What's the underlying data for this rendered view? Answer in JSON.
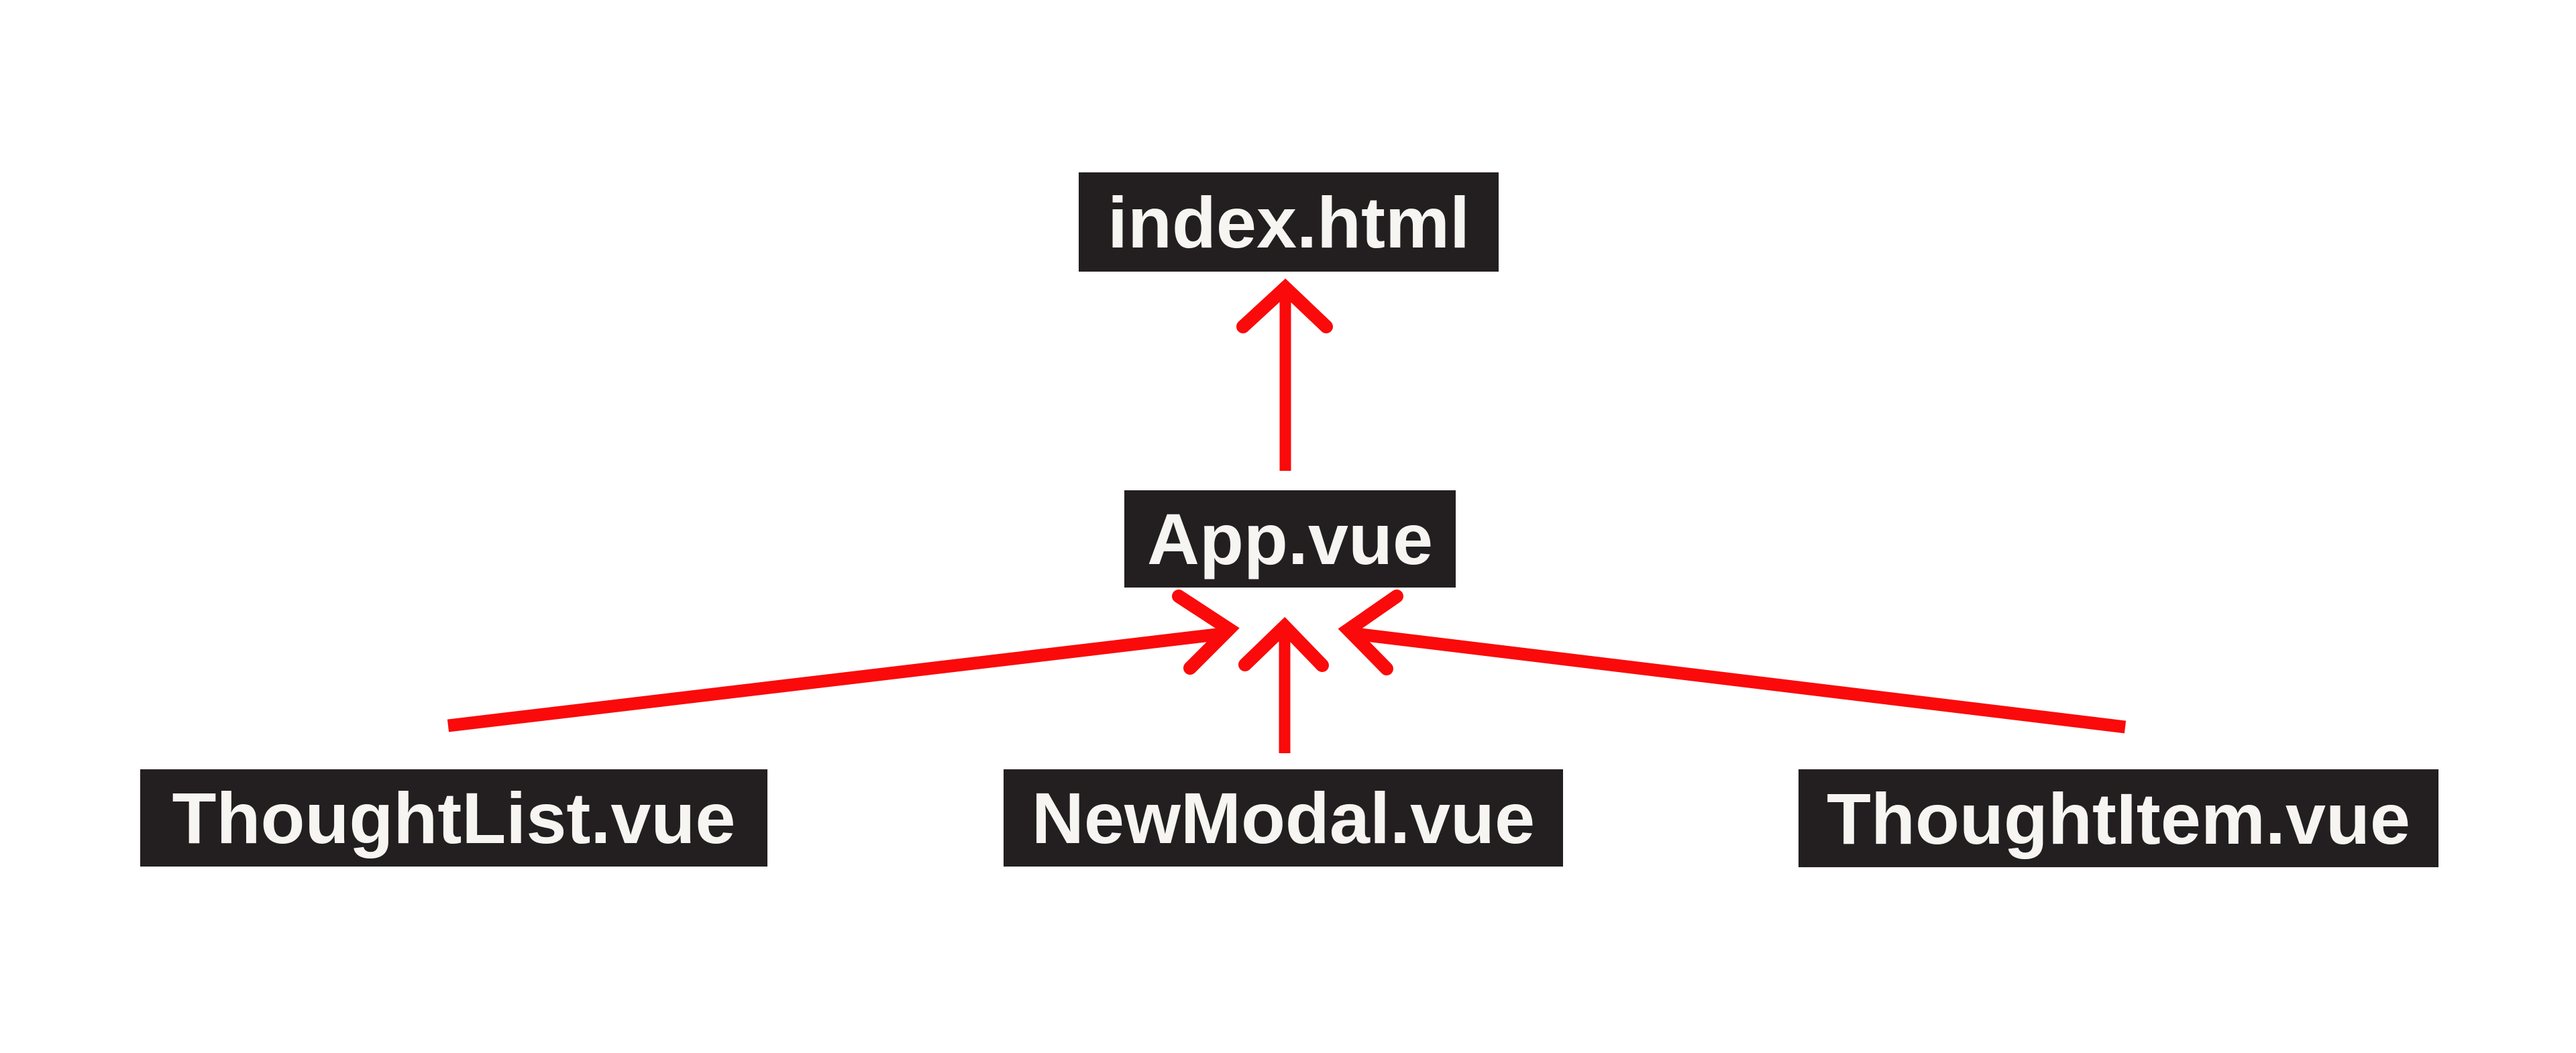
{
  "colors": {
    "background": "#ffffff",
    "node_background": "#231f20",
    "node_text": "#f7f5f2",
    "arrow": "#fa0a0a"
  },
  "diagram": {
    "nodes": {
      "index_html": {
        "label": "index.html"
      },
      "app_vue": {
        "label": "App.vue"
      },
      "thought_list": {
        "label": "ThoughtList.vue"
      },
      "new_modal": {
        "label": "NewModal.vue"
      },
      "thought_item": {
        "label": "ThoughtItem.vue"
      }
    },
    "edges": [
      {
        "from": "App.vue",
        "to": "index.html"
      },
      {
        "from": "ThoughtList.vue",
        "to": "App.vue"
      },
      {
        "from": "NewModal.vue",
        "to": "App.vue"
      },
      {
        "from": "ThoughtItem.vue",
        "to": "App.vue"
      }
    ]
  }
}
